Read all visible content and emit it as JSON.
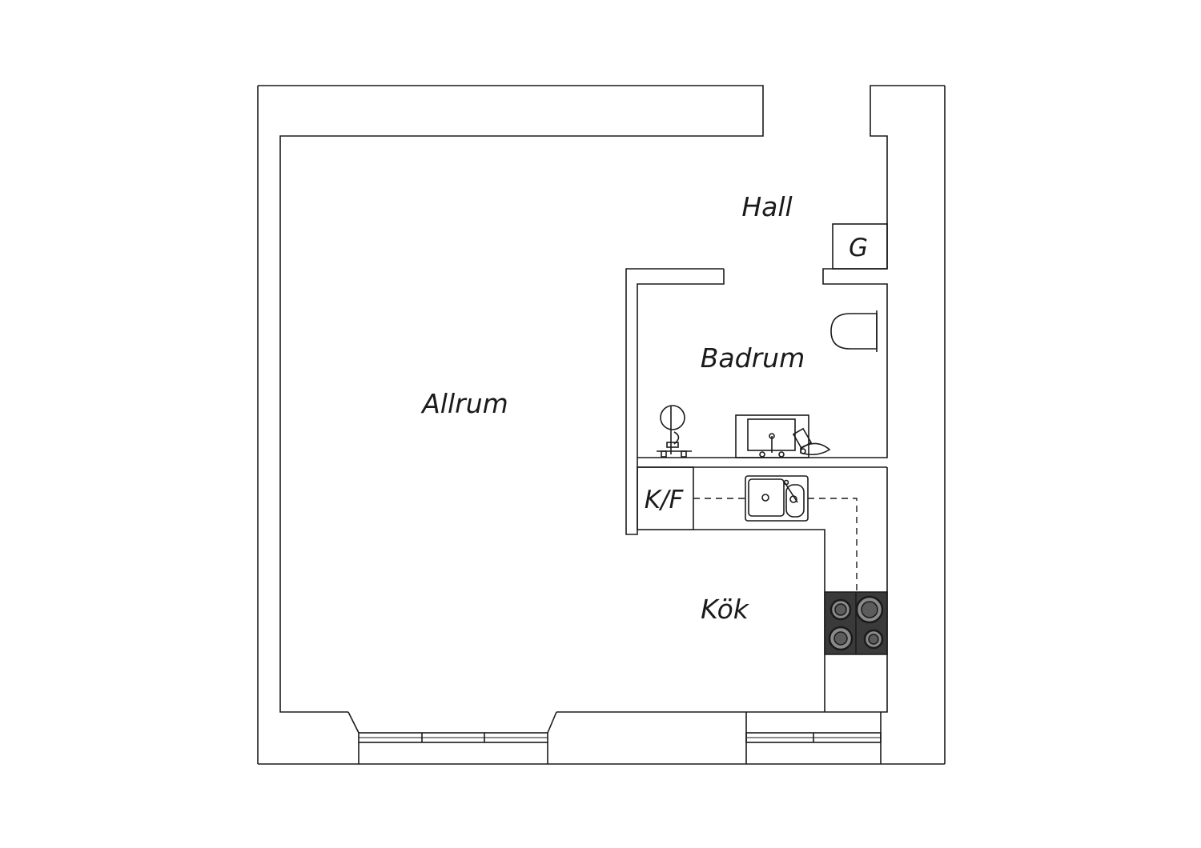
{
  "plan": {
    "rooms": {
      "allrum": "Allrum",
      "hall": "Hall",
      "badrum": "Badrum",
      "kok": "Kök"
    },
    "fixtures": {
      "closet": "G",
      "fridge_freezer": "K/F"
    }
  }
}
